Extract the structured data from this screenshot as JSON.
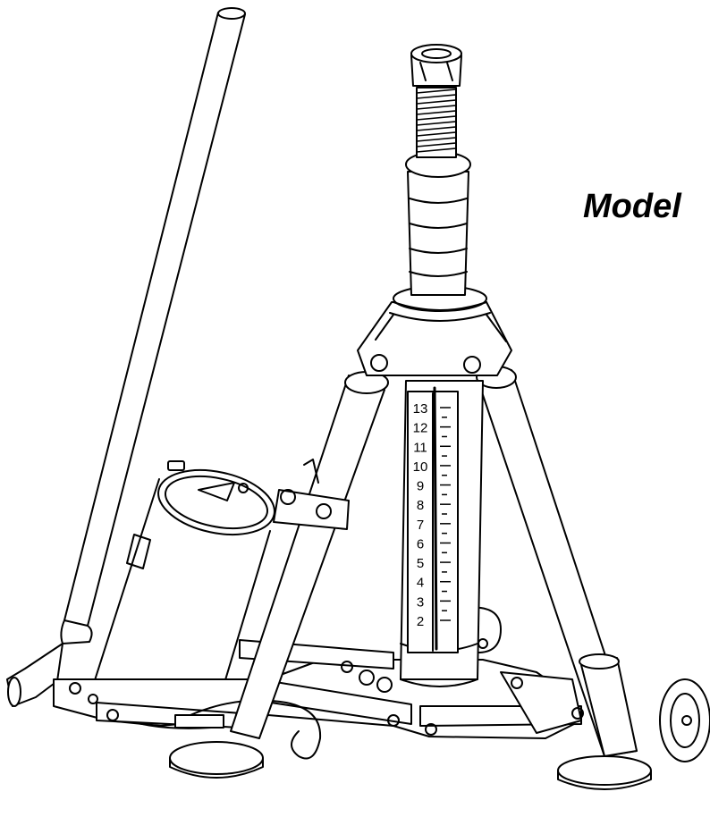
{
  "caption": {
    "text": "Model"
  },
  "scale": {
    "labels": [
      "13",
      "12",
      "11",
      "10",
      "9",
      "8",
      "7",
      "6",
      "5",
      "4",
      "3",
      "2"
    ]
  },
  "colors": {
    "ink": "#000000",
    "paper": "#ffffff"
  }
}
